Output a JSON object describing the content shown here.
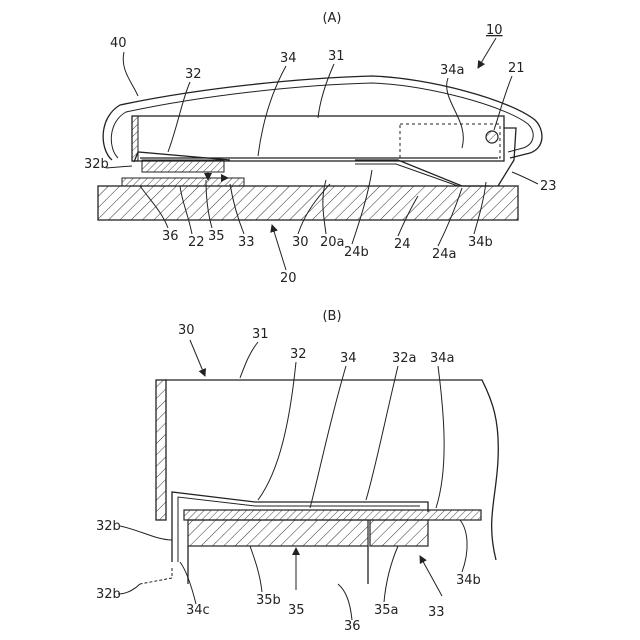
{
  "figure_a": {
    "caption": "(A)",
    "labels": {
      "l10": "10",
      "l40": "40",
      "l32": "32",
      "l34": "34",
      "l31": "31",
      "l34a": "34a",
      "l21": "21",
      "l32b": "32b",
      "l23": "23",
      "l36": "36",
      "l22": "22",
      "l35": "35",
      "l33": "33",
      "l30": "30",
      "l20a": "20a",
      "l24b": "24b",
      "l24": "24",
      "l24a": "24a",
      "l34b": "34b",
      "l20": "20"
    }
  },
  "figure_b": {
    "caption": "(B)",
    "labels": {
      "l30": "30",
      "l31": "31",
      "l32": "32",
      "l34": "34",
      "l32a": "32a",
      "l34a": "34a",
      "l32b_1": "32b",
      "l32b_2": "32b",
      "l34c": "34c",
      "l35b": "35b",
      "l35": "35",
      "l36": "36",
      "l35a": "35a",
      "l33": "33",
      "l34b": "34b"
    }
  }
}
